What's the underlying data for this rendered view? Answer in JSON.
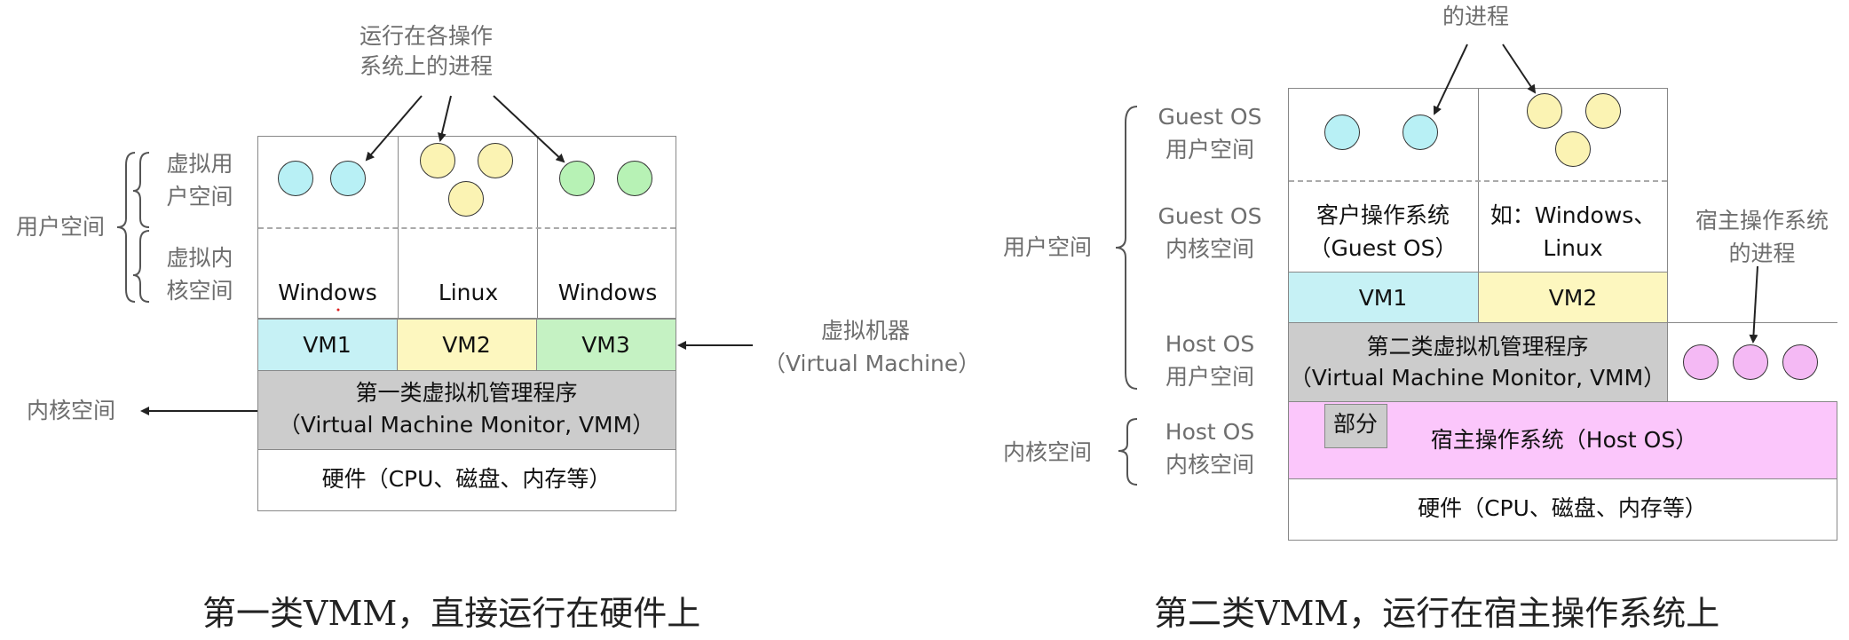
{
  "colors": {
    "vm_cyan": "#c6f1f5",
    "vm_yellow": "#fdf7bf",
    "vm_green": "#c5f2c3",
    "vmm_gray": "#cccccc",
    "host_os_pink": "#fbc6fb",
    "proc_cyan": "#b8f0f5",
    "proc_yellow": "#fbf3b3",
    "proc_green": "#b7f2b5",
    "proc_pink": "#f4b9f4"
  },
  "type1": {
    "processes_label_line1": "运行在各操作",
    "processes_label_line2": "系统上的进程",
    "user_space_label": "用户空间",
    "virt_user_space_line1": "虚拟用",
    "virt_user_space_line2": "户空间",
    "virt_kernel_space_line1": "虚拟内",
    "virt_kernel_space_line2": "核空间",
    "os_names": [
      "Windows",
      "Linux",
      "Windows"
    ],
    "vms": [
      "VM1",
      "VM2",
      "VM3"
    ],
    "vmm_line1": "第一类虚拟机管理程序",
    "vmm_line2": "（Virtual Machine Monitor, VMM）",
    "hardware": "硬件（CPU、磁盘、内存等）",
    "kernel_space_label": "内核空间",
    "virtual_machine_line1": "虚拟机器",
    "virtual_machine_line2": "（Virtual Machine）",
    "caption": "第一类VMM，直接运行在硬件上"
  },
  "type2": {
    "processes_label_partial": "的进程",
    "guest_user_line1": "Guest OS",
    "guest_user_line2": "用户空间",
    "guest_kernel_line1": "Guest OS",
    "guest_kernel_line2": "内核空间",
    "host_user_line1": "Host OS",
    "host_user_line2": "用户空间",
    "host_kernel_line1": "Host OS",
    "host_kernel_line2": "内核空间",
    "user_space_label": "用户空间",
    "kernel_space_label": "内核空间",
    "guest_os_line1": "客户操作系统",
    "guest_os_line2": "（Guest OS）",
    "example_os_line1": "如：Windows、",
    "example_os_line2": "Linux",
    "vms": [
      "VM1",
      "VM2"
    ],
    "vmm_line1": "第二类虚拟机管理程序",
    "vmm_line2": "（Virtual Machine Monitor, VMM）",
    "part_label": "部分",
    "host_os": "宿主操作系统（Host OS）",
    "host_processes_line1": "宿主操作系统",
    "host_processes_line2": "的进程",
    "hardware": "硬件（CPU、磁盘、内存等）",
    "caption": "第二类VMM，运行在宿主操作系统上"
  }
}
